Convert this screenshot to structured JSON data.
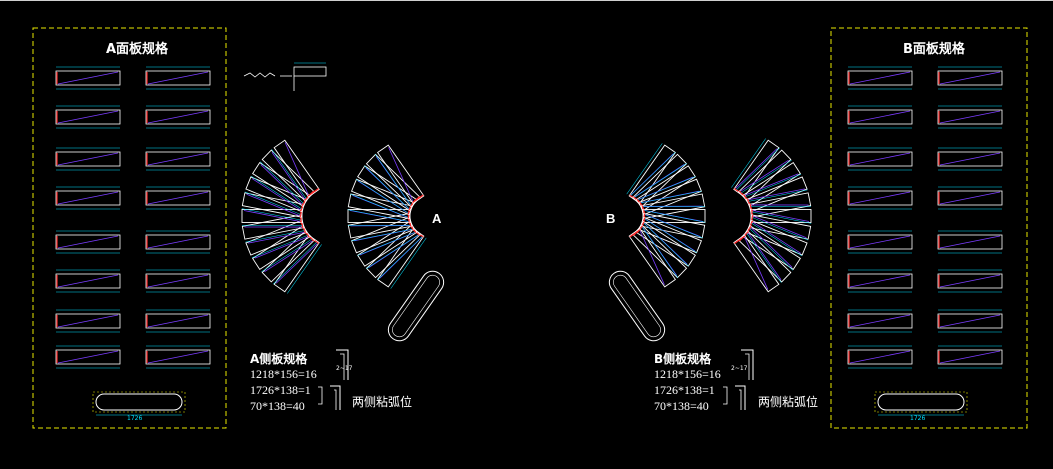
{
  "colors": {
    "background": "#000000",
    "frame": "#e8e800",
    "outline": "#ffffff",
    "diagonal": "#7b3cff",
    "edge_red": "#ff2a2a",
    "dimension": "#00e0ff",
    "text": "#ffffff"
  },
  "panel_a": {
    "title": "A面板规格",
    "panel_count": 16
  },
  "panel_b": {
    "title": "B面板规格",
    "panel_count": 16
  },
  "arcs": {
    "a_label": "A",
    "b_label": "B",
    "segments_per_arc": 11
  },
  "spec_a": {
    "title": "A侧板规格",
    "lines": [
      "1218*156=16",
      "1726*138=1",
      "70*138=40"
    ],
    "note": "两侧粘弧位",
    "bracket_text": "2~17"
  },
  "spec_b": {
    "title": "B侧板规格",
    "lines": [
      "1218*156=16",
      "1726*138=1",
      "70*138=40"
    ],
    "note": "两侧粘弧位",
    "bracket_text": "2~17"
  },
  "dims": {
    "oval_a": "1726",
    "oval_b": "1726"
  }
}
